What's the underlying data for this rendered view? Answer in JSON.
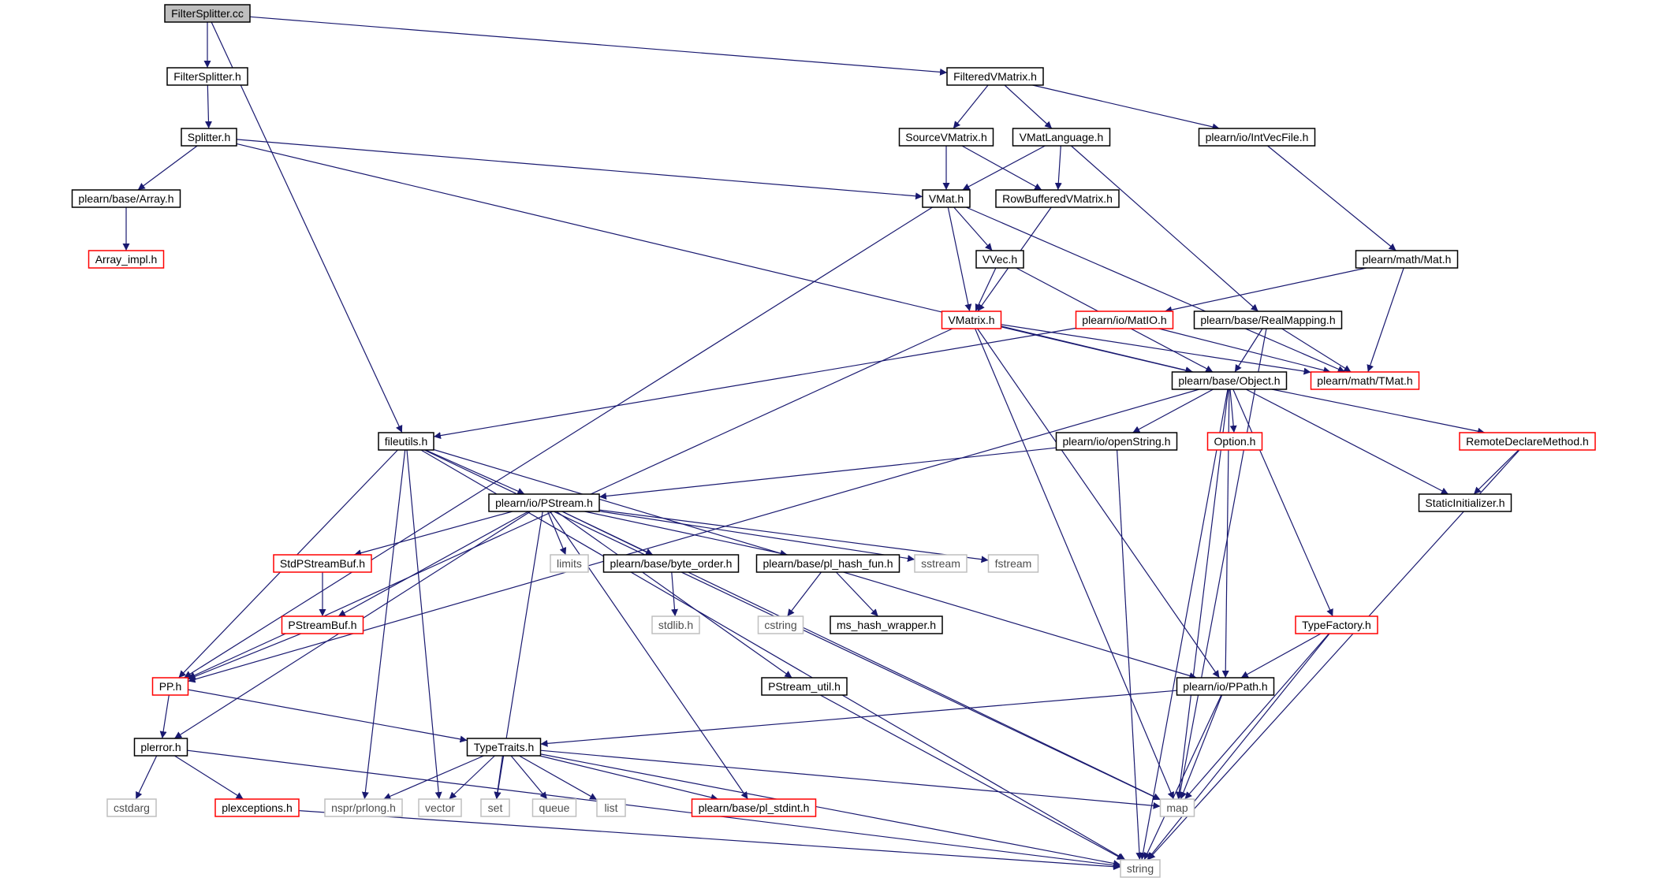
{
  "colors": {
    "edge": "#191970",
    "border_black": "#000000",
    "border_red": "#ff0000",
    "border_gray": "#bfbfbf",
    "root_fill": "#bfbfbf",
    "node_fill": "#ffffff",
    "text_normal": "#000000",
    "text_gray": "#4d4d4d"
  },
  "nodes": [
    {
      "id": "n_filtersplitter_cc",
      "label": "FilterSplitter.cc",
      "kind": "root"
    },
    {
      "id": "n_filtersplitter_h",
      "label": "FilterSplitter.h",
      "kind": "black"
    },
    {
      "id": "n_filteredvmatrix_h",
      "label": "FilteredVMatrix.h",
      "kind": "black"
    },
    {
      "id": "n_splitter_h",
      "label": "Splitter.h",
      "kind": "black"
    },
    {
      "id": "n_sourcevmatrix_h",
      "label": "SourceVMatrix.h",
      "kind": "black"
    },
    {
      "id": "n_vmatlanguage_h",
      "label": "VMatLanguage.h",
      "kind": "black"
    },
    {
      "id": "n_intvecfile_h",
      "label": "plearn/io/IntVecFile.h",
      "kind": "black"
    },
    {
      "id": "n_array_h",
      "label": "plearn/base/Array.h",
      "kind": "black"
    },
    {
      "id": "n_vmat_h",
      "label": "VMat.h",
      "kind": "black"
    },
    {
      "id": "n_rowbufferedvmatrix_h",
      "label": "RowBufferedVMatrix.h",
      "kind": "black"
    },
    {
      "id": "n_array_impl_h",
      "label": "Array_impl.h",
      "kind": "red"
    },
    {
      "id": "n_vvec_h",
      "label": "VVec.h",
      "kind": "black"
    },
    {
      "id": "n_mat_h",
      "label": "plearn/math/Mat.h",
      "kind": "black"
    },
    {
      "id": "n_vmatrix_h",
      "label": "VMatrix.h",
      "kind": "red"
    },
    {
      "id": "n_matio_h",
      "label": "plearn/io/MatIO.h",
      "kind": "red"
    },
    {
      "id": "n_realmapping_h",
      "label": "plearn/base/RealMapping.h",
      "kind": "black"
    },
    {
      "id": "n_object_h",
      "label": "plearn/base/Object.h",
      "kind": "black"
    },
    {
      "id": "n_tmat_h",
      "label": "plearn/math/TMat.h",
      "kind": "red"
    },
    {
      "id": "n_fileutils_h",
      "label": "fileutils.h",
      "kind": "black"
    },
    {
      "id": "n_openstring_h",
      "label": "plearn/io/openString.h",
      "kind": "black"
    },
    {
      "id": "n_option_h",
      "label": "Option.h",
      "kind": "red"
    },
    {
      "id": "n_remotedeclaremethod_h",
      "label": "RemoteDeclareMethod.h",
      "kind": "red"
    },
    {
      "id": "n_staticinitializer_h",
      "label": "StaticInitializer.h",
      "kind": "black"
    },
    {
      "id": "n_pstream_h",
      "label": "plearn/io/PStream.h",
      "kind": "black"
    },
    {
      "id": "n_stdpstreambuf_h",
      "label": "StdPStreamBuf.h",
      "kind": "red"
    },
    {
      "id": "n_limits",
      "label": "limits",
      "kind": "gray"
    },
    {
      "id": "n_byte_order_h",
      "label": "plearn/base/byte_order.h",
      "kind": "black"
    },
    {
      "id": "n_pl_hash_fun_h",
      "label": "plearn/base/pl_hash_fun.h",
      "kind": "black"
    },
    {
      "id": "n_sstream",
      "label": "sstream",
      "kind": "gray"
    },
    {
      "id": "n_fstream",
      "label": "fstream",
      "kind": "gray"
    },
    {
      "id": "n_pstreambuf_h",
      "label": "PStreamBuf.h",
      "kind": "red"
    },
    {
      "id": "n_stdlib_h",
      "label": "stdlib.h",
      "kind": "gray"
    },
    {
      "id": "n_cstring",
      "label": "cstring",
      "kind": "gray"
    },
    {
      "id": "n_ms_hash_wrapper_h",
      "label": "ms_hash_wrapper.h",
      "kind": "black"
    },
    {
      "id": "n_typefactory_h",
      "label": "TypeFactory.h",
      "kind": "red"
    },
    {
      "id": "n_pp_h",
      "label": "PP.h",
      "kind": "red"
    },
    {
      "id": "n_pstream_util_h",
      "label": "PStream_util.h",
      "kind": "black"
    },
    {
      "id": "n_ppath_h",
      "label": "plearn/io/PPath.h",
      "kind": "black"
    },
    {
      "id": "n_plerror_h",
      "label": "plerror.h",
      "kind": "black"
    },
    {
      "id": "n_typetraits_h",
      "label": "TypeTraits.h",
      "kind": "black"
    },
    {
      "id": "n_cstdarg",
      "label": "cstdarg",
      "kind": "gray"
    },
    {
      "id": "n_plexceptions_h",
      "label": "plexceptions.h",
      "kind": "red"
    },
    {
      "id": "n_nspr_prlong_h",
      "label": "nspr/prlong.h",
      "kind": "gray"
    },
    {
      "id": "n_vector",
      "label": "vector",
      "kind": "gray"
    },
    {
      "id": "n_set",
      "label": "set",
      "kind": "gray"
    },
    {
      "id": "n_queue",
      "label": "queue",
      "kind": "gray"
    },
    {
      "id": "n_list",
      "label": "list",
      "kind": "gray"
    },
    {
      "id": "n_pl_stdint_h",
      "label": "plearn/base/pl_stdint.h",
      "kind": "red"
    },
    {
      "id": "n_map",
      "label": "map",
      "kind": "gray"
    },
    {
      "id": "n_string",
      "label": "string",
      "kind": "gray"
    }
  ],
  "edges": [
    [
      "n_filtersplitter_cc",
      "n_filtersplitter_h"
    ],
    [
      "n_filtersplitter_cc",
      "n_filteredvmatrix_h"
    ],
    [
      "n_filtersplitter_cc",
      "n_fileutils_h"
    ],
    [
      "n_filtersplitter_h",
      "n_splitter_h"
    ],
    [
      "n_splitter_h",
      "n_array_h"
    ],
    [
      "n_splitter_h",
      "n_vmat_h"
    ],
    [
      "n_splitter_h",
      "n_object_h"
    ],
    [
      "n_array_h",
      "n_array_impl_h"
    ],
    [
      "n_filteredvmatrix_h",
      "n_sourcevmatrix_h"
    ],
    [
      "n_filteredvmatrix_h",
      "n_vmatlanguage_h"
    ],
    [
      "n_filteredvmatrix_h",
      "n_intvecfile_h"
    ],
    [
      "n_sourcevmatrix_h",
      "n_vmat_h"
    ],
    [
      "n_sourcevmatrix_h",
      "n_rowbufferedvmatrix_h"
    ],
    [
      "n_vmatlanguage_h",
      "n_vmat_h"
    ],
    [
      "n_vmatlanguage_h",
      "n_rowbufferedvmatrix_h"
    ],
    [
      "n_vmatlanguage_h",
      "n_realmapping_h"
    ],
    [
      "n_intvecfile_h",
      "n_mat_h"
    ],
    [
      "n_vmat_h",
      "n_vvec_h"
    ],
    [
      "n_vmat_h",
      "n_vmatrix_h"
    ],
    [
      "n_vmat_h",
      "n_tmat_h"
    ],
    [
      "n_vmat_h",
      "n_pp_h"
    ],
    [
      "n_rowbufferedvmatrix_h",
      "n_vmatrix_h"
    ],
    [
      "n_vvec_h",
      "n_vmatrix_h"
    ],
    [
      "n_vvec_h",
      "n_object_h"
    ],
    [
      "n_mat_h",
      "n_matio_h"
    ],
    [
      "n_mat_h",
      "n_tmat_h"
    ],
    [
      "n_vmatrix_h",
      "n_object_h"
    ],
    [
      "n_vmatrix_h",
      "n_tmat_h"
    ],
    [
      "n_vmatrix_h",
      "n_pp_h"
    ],
    [
      "n_vmatrix_h",
      "n_ppath_h"
    ],
    [
      "n_vmatrix_h",
      "n_map"
    ],
    [
      "n_matio_h",
      "n_tmat_h"
    ],
    [
      "n_matio_h",
      "n_fileutils_h"
    ],
    [
      "n_realmapping_h",
      "n_object_h"
    ],
    [
      "n_realmapping_h",
      "n_tmat_h"
    ],
    [
      "n_realmapping_h",
      "n_map"
    ],
    [
      "n_object_h",
      "n_openstring_h"
    ],
    [
      "n_object_h",
      "n_option_h"
    ],
    [
      "n_object_h",
      "n_remotedeclaremethod_h"
    ],
    [
      "n_object_h",
      "n_staticinitializer_h"
    ],
    [
      "n_object_h",
      "n_typefactory_h"
    ],
    [
      "n_object_h",
      "n_ppath_h"
    ],
    [
      "n_object_h",
      "n_pp_h"
    ],
    [
      "n_object_h",
      "n_map"
    ],
    [
      "n_object_h",
      "n_string"
    ],
    [
      "n_remotedeclaremethod_h",
      "n_staticinitializer_h"
    ],
    [
      "n_remotedeclaremethod_h",
      "n_string"
    ],
    [
      "n_openstring_h",
      "n_pstream_h"
    ],
    [
      "n_openstring_h",
      "n_string"
    ],
    [
      "n_fileutils_h",
      "n_pstream_h"
    ],
    [
      "n_fileutils_h",
      "n_pp_h"
    ],
    [
      "n_fileutils_h",
      "n_ppath_h"
    ],
    [
      "n_fileutils_h",
      "n_map"
    ],
    [
      "n_fileutils_h",
      "n_nspr_prlong_h"
    ],
    [
      "n_fileutils_h",
      "n_vector"
    ],
    [
      "n_fileutils_h",
      "n_string"
    ],
    [
      "n_pstream_h",
      "n_stdpstreambuf_h"
    ],
    [
      "n_pstream_h",
      "n_pstreambuf_h"
    ],
    [
      "n_pstream_h",
      "n_limits"
    ],
    [
      "n_pstream_h",
      "n_byte_order_h"
    ],
    [
      "n_pstream_h",
      "n_pl_hash_fun_h"
    ],
    [
      "n_pstream_h",
      "n_sstream"
    ],
    [
      "n_pstream_h",
      "n_fstream"
    ],
    [
      "n_pstream_h",
      "n_pstream_util_h"
    ],
    [
      "n_pstream_h",
      "n_plerror_h"
    ],
    [
      "n_pstream_h",
      "n_set"
    ],
    [
      "n_pstream_h",
      "n_pl_stdint_h"
    ],
    [
      "n_pstream_h",
      "n_map"
    ],
    [
      "n_stdpstreambuf_h",
      "n_pstreambuf_h"
    ],
    [
      "n_pstreambuf_h",
      "n_pp_h"
    ],
    [
      "n_byte_order_h",
      "n_stdlib_h"
    ],
    [
      "n_pl_hash_fun_h",
      "n_cstring"
    ],
    [
      "n_pl_hash_fun_h",
      "n_ms_hash_wrapper_h"
    ],
    [
      "n_typefactory_h",
      "n_ppath_h"
    ],
    [
      "n_typefactory_h",
      "n_map"
    ],
    [
      "n_typefactory_h",
      "n_string"
    ],
    [
      "n_pp_h",
      "n_plerror_h"
    ],
    [
      "n_pp_h",
      "n_typetraits_h"
    ],
    [
      "n_ppath_h",
      "n_typetraits_h"
    ],
    [
      "n_ppath_h",
      "n_map"
    ],
    [
      "n_ppath_h",
      "n_string"
    ],
    [
      "n_pstream_util_h",
      "n_string"
    ],
    [
      "n_plerror_h",
      "n_cstdarg"
    ],
    [
      "n_plerror_h",
      "n_plexceptions_h"
    ],
    [
      "n_plerror_h",
      "n_string"
    ],
    [
      "n_plexceptions_h",
      "n_string"
    ],
    [
      "n_typetraits_h",
      "n_nspr_prlong_h"
    ],
    [
      "n_typetraits_h",
      "n_vector"
    ],
    [
      "n_typetraits_h",
      "n_set"
    ],
    [
      "n_typetraits_h",
      "n_queue"
    ],
    [
      "n_typetraits_h",
      "n_list"
    ],
    [
      "n_typetraits_h",
      "n_pl_stdint_h"
    ],
    [
      "n_typetraits_h",
      "n_map"
    ],
    [
      "n_typetraits_h",
      "n_string"
    ]
  ]
}
